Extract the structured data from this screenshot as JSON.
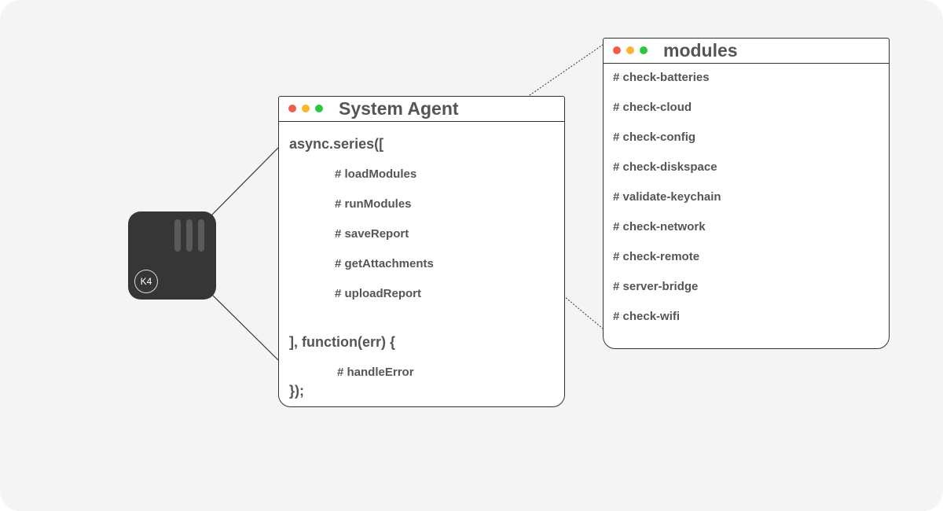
{
  "device": {
    "badge": "K4"
  },
  "agent_window": {
    "title": "System Agent",
    "open_line": "async.series([",
    "steps": [
      "# loadModules",
      "# runModules",
      "# saveReport",
      "# getAttachments",
      "# uploadReport"
    ],
    "callback_line": "], function(err) {",
    "error_step": "# handleError",
    "close_line": "});"
  },
  "modules_window": {
    "title": "modules",
    "items": [
      "# check-batteries",
      "# check-cloud",
      "# check-config",
      "# check-diskspace",
      "# validate-keychain",
      "# check-network",
      "# check-remote",
      "# server-bridge",
      "# check-wifi"
    ]
  },
  "colors": {
    "canvas": "#f4f4f4",
    "device": "#363636",
    "text": "#555555",
    "dot_red": "#f15b50",
    "dot_yellow": "#f8b72c",
    "dot_green": "#28c840"
  }
}
